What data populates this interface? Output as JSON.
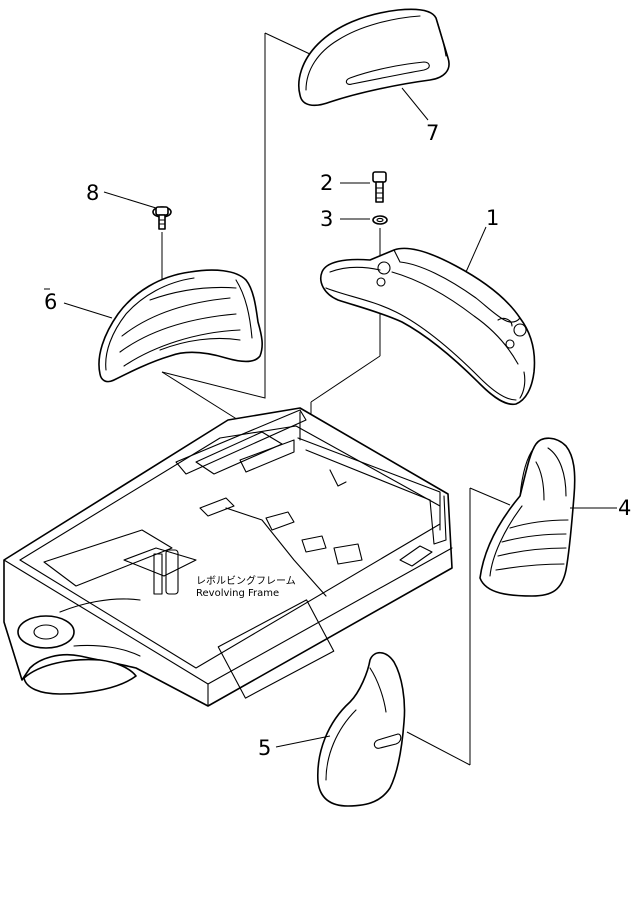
{
  "callouts": {
    "c1": "1",
    "c2": "2",
    "c3": "3",
    "c4": "4",
    "c5": "5",
    "c6": "6",
    "c7": "7",
    "c8": "8"
  },
  "frame_label": {
    "jp": "レボルビングフレーム",
    "en": "Revolving Frame"
  }
}
